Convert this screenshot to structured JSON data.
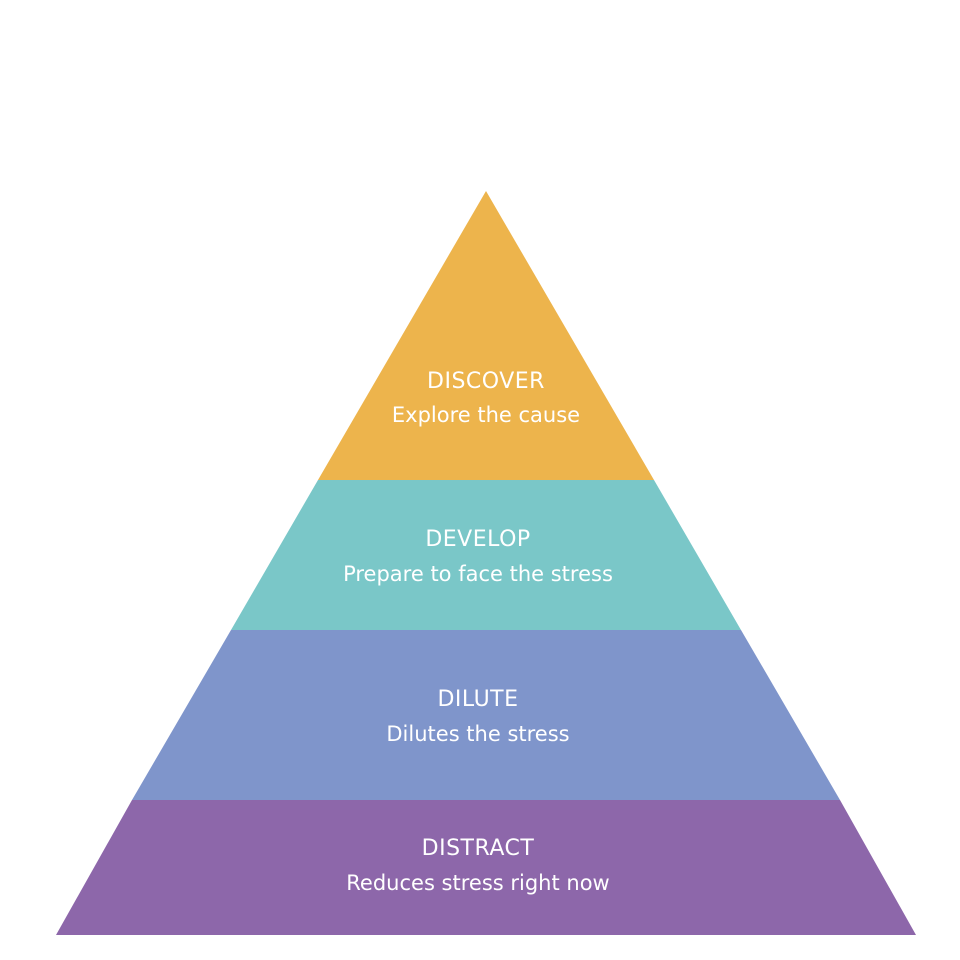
{
  "pyramid": {
    "levels": [
      {
        "title": "DISCOVER",
        "subtitle": "Explore the cause",
        "color": "#EDB44C"
      },
      {
        "title": "DEVELOP",
        "subtitle": "Prepare to face the stress",
        "color": "#7AC7C8"
      },
      {
        "title": "DILUTE",
        "subtitle": "Dilutes the stress",
        "color": "#7F95CB"
      },
      {
        "title": "DISTRACT",
        "subtitle": "Reduces stress right now",
        "color": "#8D67AA"
      }
    ]
  }
}
